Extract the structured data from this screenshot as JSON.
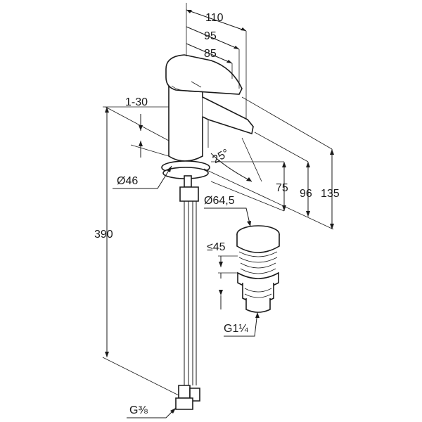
{
  "drawing": {
    "dimensions": {
      "width_total": "110",
      "width_mid": "95",
      "width_small": "85",
      "lever_range": "1-30",
      "angle": "25°",
      "height_75": "75",
      "height_96": "96",
      "height_135": "135",
      "base_diameter": "Ø46",
      "waste_diameter": "Ø64,5",
      "waste_stroke": "≤45",
      "hose_length": "390",
      "thread_waste": "G1¼",
      "thread_hose": "G⅜"
    }
  },
  "colors": {
    "line": "#1a1a1a",
    "background": "#ffffff"
  }
}
